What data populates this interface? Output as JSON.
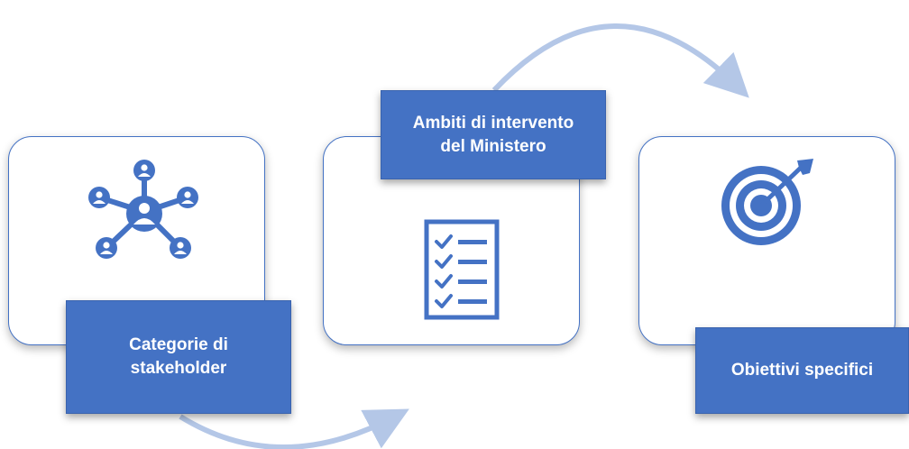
{
  "steps": [
    {
      "label": "Categorie di\nstakeholder",
      "icon": "network-users-icon"
    },
    {
      "label": "Ambiti di intervento\ndel Ministero",
      "icon": "checklist-icon"
    },
    {
      "label": "Obiettivi specifici",
      "icon": "target-icon"
    }
  ],
  "colors": {
    "accent": "#4472c4",
    "arrow": "#b4c7e7",
    "card_border": "#4472c4"
  }
}
